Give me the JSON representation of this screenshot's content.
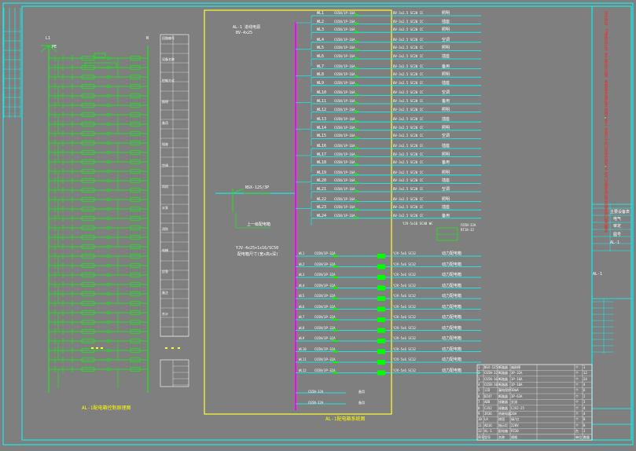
{
  "colors": {
    "background": "#7f7f7f",
    "frame": "#00ffff",
    "wire": "#00ff00",
    "busbar": "#ff00ff",
    "highlight_box": "#ffff33",
    "text": "#ffffff",
    "warning_text": "#ff2020"
  },
  "drawing": {
    "left_title": "AL-1配电箱控制原理图",
    "right_title": "AL-1配电箱系统图",
    "source_label": "AL-1 进线电源",
    "source_sub": "BV-4x25",
    "incoming_breaker": "NSX-125/3P",
    "note_line1": "上一级配电箱",
    "note_line2": "YJV-4x25+1x16/SC50",
    "note_line3": "配电箱尺寸(宽x高x深)",
    "cabinet_tag": "AL-1",
    "left_top_labels": [
      "L1",
      "N",
      "PE"
    ],
    "title_block_cells": [
      "主要设备表",
      "电气",
      "审定",
      "图号",
      "AL-1"
    ],
    "warning_text": "设计单位：XX建筑设计院 施工图设计说明 本图纸未经审核不得用于施工 所有尺寸均以现场实测为准 电气设备安装应符合国家现行规范要求"
  },
  "left_legend": {
    "rows": [
      "回路编号",
      "设备名称",
      "控制方式",
      "照明",
      "备用",
      "插座",
      "空调",
      "风机",
      "水泵",
      "消防",
      "电梯",
      "应急",
      "备注",
      "合计"
    ]
  },
  "circuits": {
    "prefixes": [
      "WL1",
      "WL2",
      "WL3",
      "WL4",
      "WL5",
      "WL6",
      "WL7",
      "WL8",
      "WL9",
      "WL10",
      "WL11",
      "WL12",
      "WL13",
      "WL14",
      "WL15",
      "WL16",
      "WL17",
      "WL18",
      "WL19",
      "WL20",
      "WL21",
      "WL22",
      "WL23",
      "WL24"
    ],
    "breaker": "C65N/1P-16A",
    "cable": "BV-3x2.5 SC20 CC",
    "loads": [
      "照明",
      "插座",
      "照明",
      "空调",
      "照明",
      "插座",
      "备用",
      "照明",
      "插座",
      "空调",
      "备用",
      "照明",
      "插座",
      "照明",
      "空调",
      "插座",
      "照明",
      "备用",
      "照明",
      "插座",
      "空调",
      "照明",
      "插座",
      "备用"
    ]
  },
  "lower_circuits": {
    "breaker": "C65N/3P-32A",
    "cable": "YJV-5x6 SC32",
    "loads": [
      "动力配电箱",
      "动力配电箱",
      "动力配电箱",
      "动力配电箱",
      "动力配电箱",
      "动力配电箱",
      "动力配电箱",
      "动力配电箱",
      "动力配电箱",
      "动力配电箱",
      "动力配电箱",
      "动力配电箱"
    ]
  },
  "equipment_table": {
    "rows": [
      [
        "1",
        "NSX-125",
        "断路器",
        "施耐德",
        "个",
        "1"
      ],
      [
        "2",
        "C65N-32",
        "断路器",
        "3P-32A",
        "个",
        "12"
      ],
      [
        "3",
        "C65N-16",
        "断路器",
        "1P-16A",
        "个",
        "24"
      ],
      [
        "4",
        "C65N-10",
        "断路器",
        "1P-10A",
        "个",
        "4"
      ],
      [
        "5",
        "iID",
        "漏电保护",
        "30mA",
        "个",
        "6"
      ],
      [
        "6",
        "DZ47",
        "断路器",
        "3P-63A",
        "个",
        "2"
      ],
      [
        "7",
        "ABB",
        "接触器",
        "交流",
        "个",
        "3"
      ],
      [
        "8",
        "CJX2",
        "接触器",
        "CJX2-25",
        "个",
        "4"
      ],
      [
        "9",
        "JR36",
        "热继电器",
        "20A",
        "个",
        "4"
      ],
      [
        "10",
        "LA",
        "按钮",
        "绿/红",
        "个",
        "8"
      ],
      [
        "11",
        "AD16",
        "指示灯",
        "220V",
        "个",
        "8"
      ],
      [
        "12",
        "AL-1",
        "配电箱",
        "PZ30",
        "台",
        "1"
      ]
    ],
    "footer": [
      "序号",
      "型号",
      "名称",
      "规格",
      "单位",
      "数量"
    ]
  }
}
